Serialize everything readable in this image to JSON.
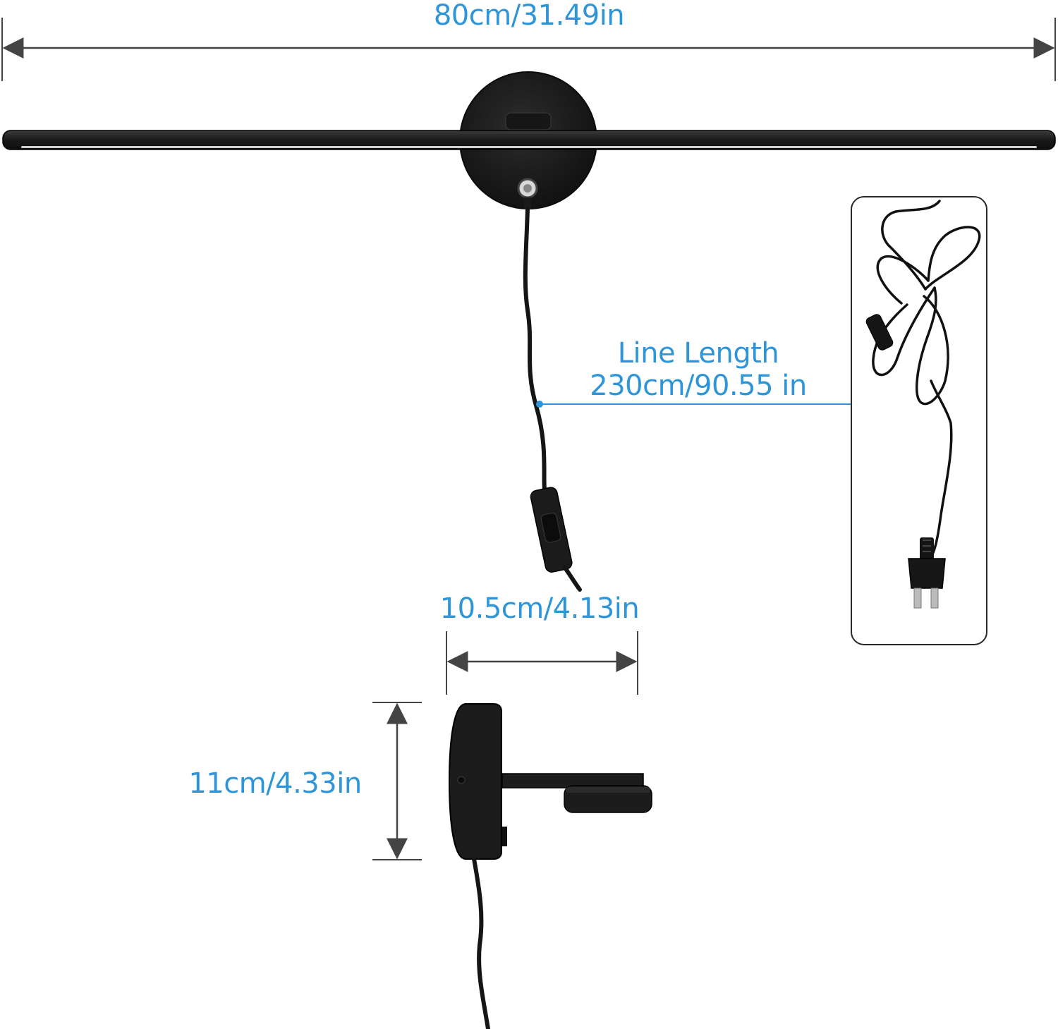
{
  "dimensions": {
    "width_label": "80cm/31.49in",
    "line_length_title": "Line Length",
    "line_length_value": "230cm/90.55 in",
    "depth_label": "10.5cm/4.13in",
    "height_label": "11cm/4.33in"
  },
  "colors": {
    "accent": "#2e96d8",
    "dimension_line": "#444444",
    "lamp_body": "#1c1c1c",
    "background": "#ffffff"
  },
  "icons": [
    "wall-lamp-front-view",
    "power-cord-with-switch",
    "us-plug",
    "wall-lamp-side-view"
  ]
}
